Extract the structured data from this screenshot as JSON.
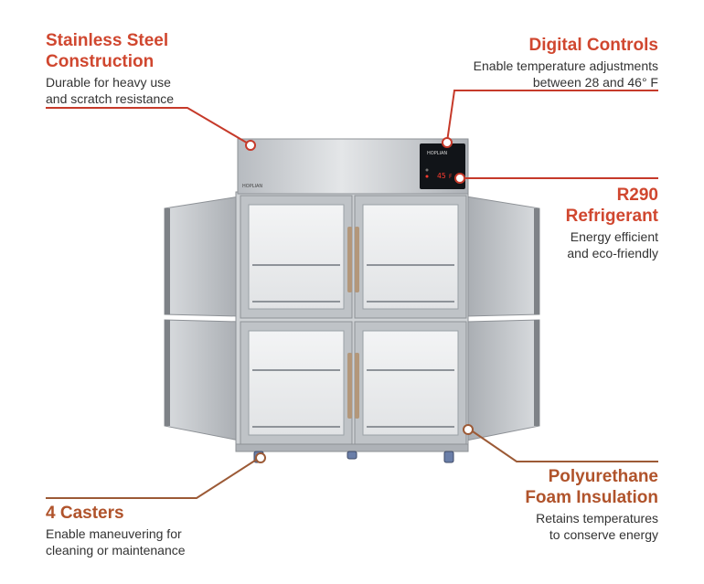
{
  "colors": {
    "title_red": "#d0472f",
    "title_brown": "#b0532b",
    "leader_red": "#c63a2a",
    "leader_brown": "#9c5a36",
    "steel": "#c9ccd0"
  },
  "callouts": {
    "stainless": {
      "title": "Stainless Steel\nConstruction",
      "desc": "Durable for heavy use\nand scratch resistance"
    },
    "digital": {
      "title": "Digital Controls",
      "desc": "Enable temperature adjustments\nbetween 28 and 46° F"
    },
    "refrigerant": {
      "title": "R290\nRefrigerant",
      "desc": "Energy efficient\nand eco-friendly"
    },
    "casters": {
      "title": "4 Casters",
      "desc": "Enable maneuvering for\ncleaning or maintenance"
    },
    "insulation": {
      "title": "Polyurethane\nFoam Insulation",
      "desc": "Retains temperatures\nto conserve energy"
    }
  },
  "product": {
    "display_reading": "45",
    "display_unit": "F",
    "logo_text": "HOPLIAN"
  }
}
